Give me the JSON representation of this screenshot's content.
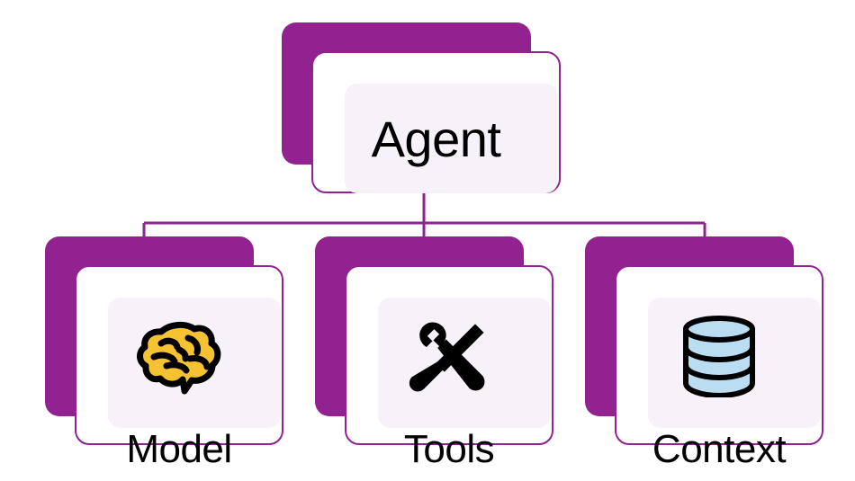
{
  "diagram": {
    "title": "Agent",
    "type": "hierarchy-tree",
    "root": {
      "id": "agent",
      "label": "Agent"
    },
    "children": [
      {
        "id": "model",
        "label": "Model",
        "icon": "brain-icon",
        "icon_colors": {
          "fill": "#F5C232",
          "outline": "#000000"
        }
      },
      {
        "id": "tools",
        "label": "Tools",
        "icon": "hammer-and-wrench-icon",
        "icon_colors": {
          "fill": "#000000",
          "outline": "#000000"
        }
      },
      {
        "id": "context",
        "label": "Context",
        "icon": "database-icon",
        "icon_colors": {
          "fill": "#BBDDF2",
          "outline": "#000000"
        }
      }
    ]
  },
  "colors": {
    "accent_purple": "#92228F",
    "border_purple": "#8E2491",
    "panel_lavender": "#F7F2FA",
    "card_white": "#FFFFFF",
    "background": "#FFFFFF",
    "text": "#000000",
    "brain_yellow": "#F5C232",
    "database_blue": "#BBDDF2"
  }
}
